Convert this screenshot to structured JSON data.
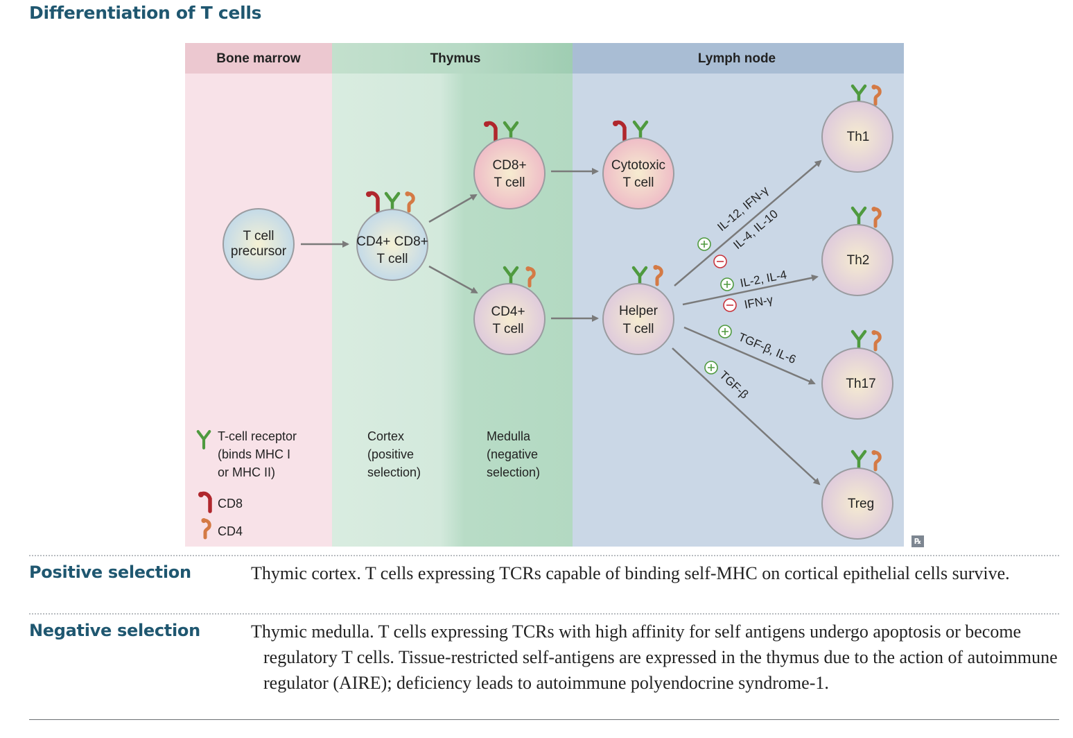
{
  "title": "Differentiation of T cells",
  "diagram": {
    "zones": {
      "bone_marrow": "Bone marrow",
      "thymus": "Thymus",
      "lymph_node": "Lymph node"
    },
    "cells": {
      "precursor": [
        "T cell",
        "precursor"
      ],
      "double_positive": [
        "CD4+ CD8+",
        "T cell"
      ],
      "cd8": [
        "CD8+",
        "T cell"
      ],
      "cd4": [
        "CD4+",
        "T cell"
      ],
      "cytotoxic": [
        "Cytotoxic",
        "T cell"
      ],
      "helper": [
        "Helper",
        "T cell"
      ],
      "th1": "Th1",
      "th2": "Th2",
      "th17": "Th17",
      "treg": "Treg"
    },
    "signals": {
      "th1_plus": "IL-12, IFN-γ",
      "th1_minus": "IL-4, IL-10",
      "th2_plus": "IL-2, IL-4",
      "th2_minus": "IFN-γ",
      "th17_plus": "TGF-β, IL-6",
      "treg_plus": "TGF-β"
    },
    "legend": {
      "tcr": [
        "T-cell receptor",
        "(binds MHC I",
        "or MHC II)"
      ],
      "cd8": "CD8",
      "cd4": "CD4"
    },
    "regions": {
      "cortex": [
        "Cortex",
        "(positive",
        "selection)"
      ],
      "medulla": [
        "Medulla",
        "(negative",
        "selection)"
      ]
    },
    "colors": {
      "tcr": "#4f9a3f",
      "cd8": "#b0272d",
      "cd4": "#d47a45",
      "arrow": "#7a7a7a",
      "plus": "#4f9a3f",
      "minus": "#c8323a"
    }
  },
  "rx_badge": "℞",
  "definitions": [
    {
      "term": "Positive selection",
      "text": "Thymic cortex. T cells expressing TCRs capable of binding self-MHC on cortical epithelial cells survive."
    },
    {
      "term": "Negative selection",
      "text": "Thymic medulla. T cells expressing TCRs with high affinity for self antigens undergo apoptosis or become regulatory T cells. Tissue-restricted self-antigens are expressed in the thymus due to the action of autoimmune regulator (AIRE); deficiency leads to autoimmune polyendocrine syndrome-1."
    }
  ]
}
